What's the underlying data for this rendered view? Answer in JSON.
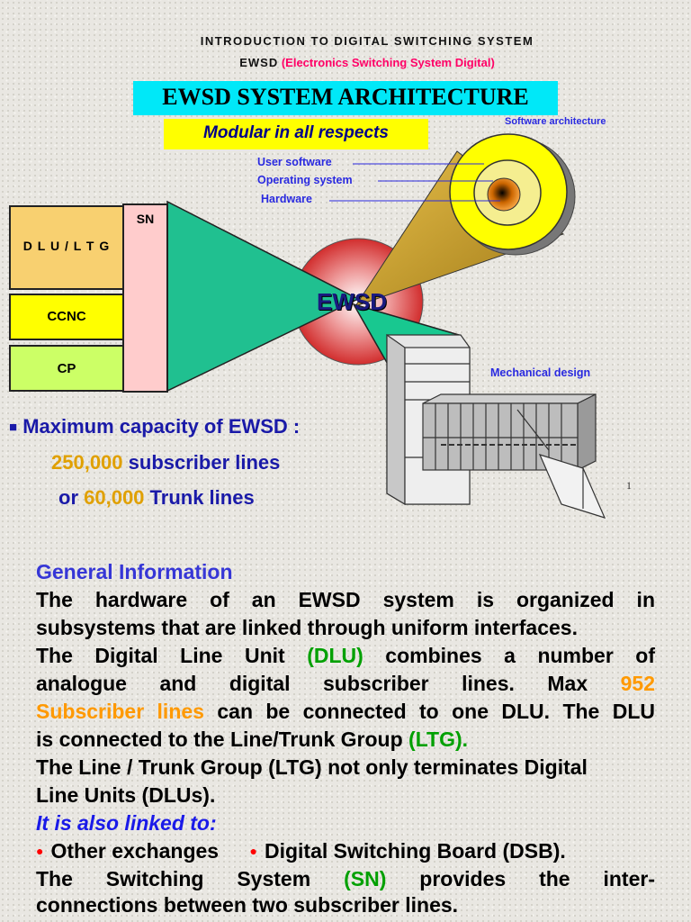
{
  "header": {
    "line1": "INTRODUCTION TO DIGITAL SWITCHING SYSTEM",
    "line2_prefix": "EWSD",
    "line2_expansion": "(Electronics Switching System  Digital)"
  },
  "title": "EWSD SYSTEM ARCHITECTURE",
  "subtitle": "Modular in all respects",
  "software": {
    "heading": "Software architecture",
    "layers": [
      "User software",
      "Operating system",
      "Hardware"
    ]
  },
  "hardware_blocks": {
    "sn": "SN",
    "dlu_ltg": "D L U / L T G",
    "ccnc": "CCNC",
    "cp": "CP"
  },
  "center_label": "EWSD",
  "mechanical_label": "Mechanical design",
  "page_number": "1",
  "capacity": {
    "heading": "Maximum capacity of EWSD :",
    "sub_value": "250,000",
    "sub_text": "subscriber lines",
    "or_text": "or",
    "trunk_value": "60,000",
    "trunk_text": "Trunk lines"
  },
  "general": {
    "heading": "General Information",
    "l1": "The hardware of an EWSD system is organized in",
    "l2": "subsystems that are linked through uniform interfaces.",
    "l3a": "The Digital Line Unit",
    "l3b": "(DLU)",
    "l3c": "combines a number of",
    "l4a": "analogue and digital subscriber lines. Max",
    "l4b": "952",
    "l5a": "Subscriber lines",
    "l5b": "can be connected to one DLU. The DLU",
    "l6a": "is connected to the Line/Trunk Group",
    "l6b": "(LTG).",
    "l7": "The Line / Trunk Group (LTG) not only terminates Digital",
    "l8": "Line Units (DLUs).",
    "linked_heading": "It is also linked to:",
    "bullet1": "Other exchanges",
    "bullet2": "Digital Switching Board (DSB).",
    "l9a": "The Switching System",
    "l9b": "(SN)",
    "l9c": "provides the inter-",
    "l10": "connections between two subscriber lines."
  },
  "colors": {
    "title_bg": "#00e8f8",
    "subtitle_bg": "#ffff00",
    "dlu_ltg_bg": "#f8d070",
    "ccnc_bg": "#ffff00",
    "cp_bg": "#ccff66",
    "sn_bg": "#ffcccc",
    "beam_green": "#20c090"
  }
}
